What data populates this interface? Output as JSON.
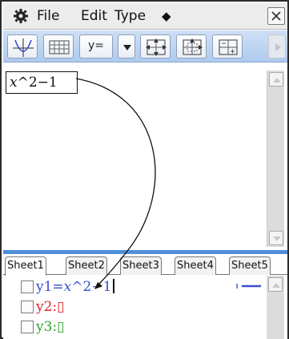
{
  "menu": {
    "file_label": "File",
    "edit_label": "Edit",
    "type_label": "Type",
    "type_diamond": "◆",
    "gear_icon": "gear-icon",
    "close_icon": "close-icon"
  },
  "toolbar": {
    "buttons": [
      {
        "name": "graph-window-icon"
      },
      {
        "name": "table-icon"
      },
      {
        "label": "y="
      },
      {
        "name": "dropdown-arrow-icon"
      },
      {
        "name": "zoom-box-icon"
      },
      {
        "name": "zoom-auto-icon"
      },
      {
        "name": "graph-table-split-icon"
      }
    ],
    "y_equals_label": "y=",
    "scroll_icon": "chevron-right-icon"
  },
  "workspace": {
    "expression_var": "x",
    "expression_rest": "^2−1"
  },
  "sheets": {
    "tabs": [
      "Sheet1",
      "Sheet2",
      "Sheet3",
      "Sheet4",
      "Sheet5"
    ],
    "active": "Sheet1"
  },
  "functions": [
    {
      "prefix": "y1=",
      "var": "x",
      "rest": "^2−1",
      "color": "#3a4fcf"
    },
    {
      "prefix": "y2:",
      "empty_box": "▯",
      "color": "#e0272b"
    },
    {
      "prefix": "y3:",
      "empty_box": "▯",
      "color": "#2aa62a"
    }
  ],
  "colors": {
    "toolbar_bg": "#aecbef",
    "divider": "#4f8fd6",
    "y1": "#3a4fcf",
    "y2": "#e0272b",
    "y3": "#2aa62a"
  }
}
